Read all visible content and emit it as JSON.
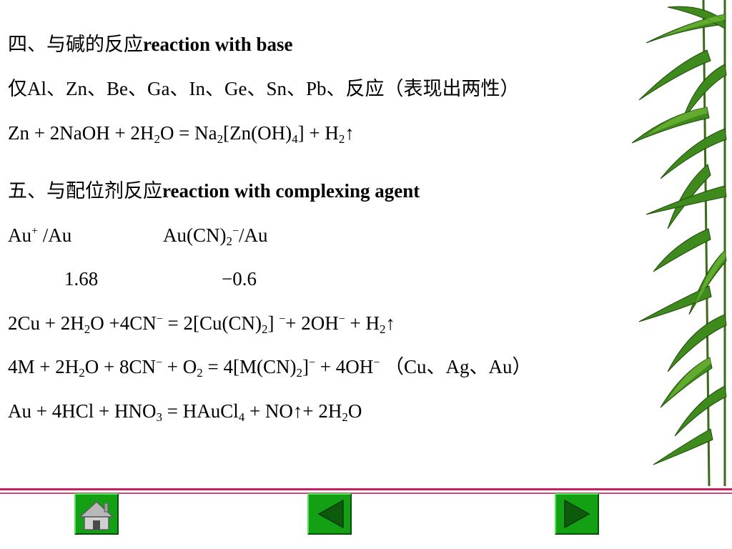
{
  "section4": {
    "title_cn": "四、与碱的反应",
    "title_en": "reaction with base",
    "line2": "仅Al、Zn、Be、Ga、In、Ge、Sn、Pb、反应（表现出两性）",
    "eq1": {
      "a": "Zn + 2NaOH + 2H",
      "s1": "2",
      "b": "O = Na",
      "s2": "2",
      "c": "[Zn(OH)",
      "s3": "4",
      "d": "] + H",
      "s4": "2",
      "e": "↑"
    }
  },
  "section5": {
    "title_cn": "五、与配位剂反应",
    "title_en": "reaction with complexing agent",
    "pair1": {
      "a": "Au",
      "sup": "+",
      "b": " /Au"
    },
    "pair2": {
      "a": "Au(CN)",
      "sub": "2",
      "sup": "−",
      "b": "/Au"
    },
    "val1": "1.68",
    "val2": "−0.6",
    "eq2": {
      "a": "2Cu + 2H",
      "s1": "2",
      "b": "O +4CN",
      "p1": "−",
      "c": " = 2[Cu(CN)",
      "s2": "2",
      "d": "] ",
      "p2": "−",
      "e": "+ 2OH",
      "p3": "−",
      "f": " + H",
      "s3": "2",
      "g": "↑"
    },
    "eq3": {
      "a": "4M + 2H",
      "s1": "2",
      "b": "O + 8CN",
      "p1": "−",
      "c": " + O",
      "s2": "2",
      "d": " = 4[M(CN)",
      "s3": "2",
      "e": "]",
      "p2": "−",
      "f": " + 4OH",
      "p3": "−",
      "g": " （Cu、Ag、Au）"
    },
    "eq4": {
      "a": "Au + 4HCl + HNO",
      "s1": "3",
      "b": " = HAuCl",
      "s2": "4",
      "c": " + NO↑+ 2H",
      "s3": "2",
      "d": "O"
    }
  },
  "nav": {
    "home_icon": "home-icon",
    "prev_icon": "triangle-left-icon",
    "next_icon": "triangle-right-icon",
    "button_color": "#14a014",
    "rule_color": "#cc1f5f"
  }
}
